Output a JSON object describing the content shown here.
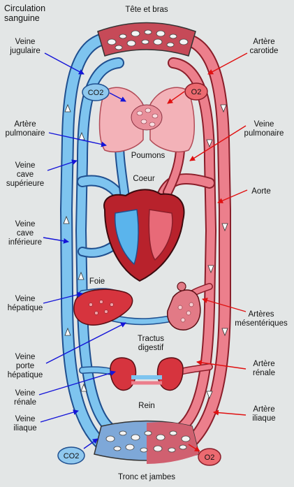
{
  "title": {
    "line1": "Circulation",
    "line2": "sanguine"
  },
  "regions": {
    "top": "Tête et bras",
    "bottom": "Tronc et jambes",
    "lungs": "Poumons",
    "heart": "Coeur",
    "liver": "Foie",
    "digestive": {
      "line1": "Tractus",
      "line2": "digestif"
    },
    "kidney": "Rein"
  },
  "gases": {
    "top_left": "CO2",
    "top_right": "O2",
    "bottom_left": "CO2",
    "bottom_right": "O2"
  },
  "left_labels": [
    {
      "id": "veine-jugulaire",
      "lines": [
        "Veine",
        "jugulaire"
      ]
    },
    {
      "id": "artere-pulmonaire",
      "lines": [
        "Artère",
        "pulmonaire"
      ]
    },
    {
      "id": "veine-cave-superieure",
      "lines": [
        "Veine",
        "cave",
        "supérieure"
      ]
    },
    {
      "id": "veine-cave-inferieure",
      "lines": [
        "Veine",
        "cave",
        "inférieure"
      ]
    },
    {
      "id": "veine-hepatique",
      "lines": [
        "Veine",
        "hépatique"
      ]
    },
    {
      "id": "veine-porte-hepatique",
      "lines": [
        "Veine",
        "porte",
        "hépatique"
      ]
    },
    {
      "id": "veine-renale",
      "lines": [
        "Veine",
        "rénale"
      ]
    },
    {
      "id": "veine-iliaque",
      "lines": [
        "Veine",
        "iliaque"
      ]
    }
  ],
  "right_labels": [
    {
      "id": "artere-carotide",
      "lines": [
        "Artère",
        "carotide"
      ]
    },
    {
      "id": "veine-pulmonaire",
      "lines": [
        "Veine",
        "pulmonaire"
      ]
    },
    {
      "id": "aorte",
      "lines": [
        "Aorte"
      ]
    },
    {
      "id": "arteres-mesenteriques",
      "lines": [
        "Artères",
        "mésentériques"
      ]
    },
    {
      "id": "artere-renale",
      "lines": [
        "Artère",
        "rénale"
      ]
    },
    {
      "id": "artere-iliaque",
      "lines": [
        "Artère",
        "iliaque"
      ]
    }
  ],
  "colors": {
    "background": "#e3e6e6",
    "vein_blue": "#7ec4ef",
    "vein_outline": "#1f4f8f",
    "artery_red": "#ec7f8c",
    "artery_outline": "#8a1e2a",
    "organ_red": "#d6343e",
    "pointer_blue": "#1414d8",
    "pointer_red": "#e01010",
    "gas_blue": "#8fc8ee",
    "gas_red": "#ec6a70"
  }
}
